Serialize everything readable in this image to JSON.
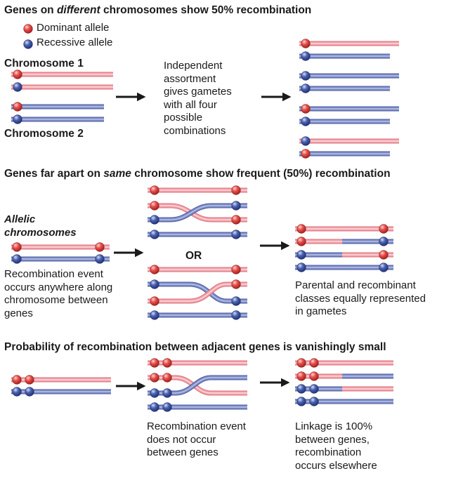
{
  "sections": [
    {
      "title_pre": "Genes on ",
      "title_em": "different",
      "title_post": " chromosomes show 50% recombination",
      "legend": {
        "dominant": "Dominant allele",
        "recessive": "Recessive allele"
      },
      "chromosome1": "Chromosome 1",
      "chromosome2": "Chromosome 2",
      "caption": "Independent\nassortment\ngives gametes\nwith all four\npossible\ncombinations"
    },
    {
      "title_pre": "Genes far apart on ",
      "title_em": "same",
      "title_post": " chromosome show frequent (50%) recombination",
      "allelic_label": "Allelic\nchromosomes",
      "caption_left": "Recombination event\noccurs anywhere along\nchromosome between\ngenes",
      "or_label": "OR",
      "caption_right": "Parental and recombinant\nclasses equally represented\nin gametes"
    },
    {
      "title": "Probability of recombination between adjacent genes is vanishingly small",
      "caption_mid": "Recombination event\ndoes not occur\nbetween genes",
      "caption_right": "Linkage is 100%\nbetween genes,\nrecombination\noccurs elsewhere"
    }
  ],
  "colors": {
    "dominant": "#e8504d",
    "recessive": "#4a62b0",
    "pink_strand": "#f2a0a8",
    "blue_strand": "#7e8cc6",
    "arrow": "#1a1a1a"
  }
}
